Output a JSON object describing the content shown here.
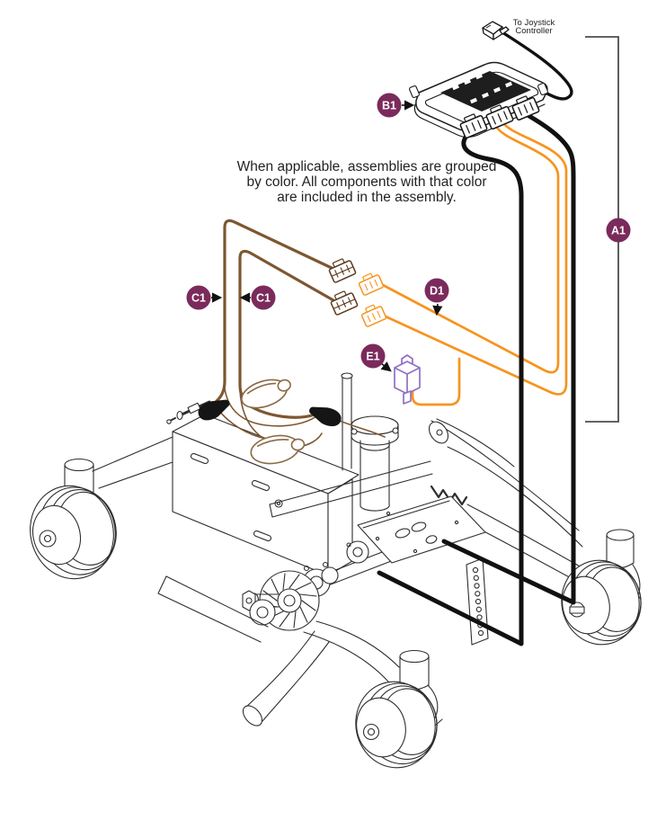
{
  "note": {
    "line1": "When applicable, assemblies are grouped",
    "line2": "by color. All components with that color",
    "line3": "are included in the assembly."
  },
  "joystick_label": {
    "line1": "To Joystick",
    "line2": "Controller"
  },
  "callouts": {
    "a1": {
      "label": "A1"
    },
    "b1": {
      "label": "B1"
    },
    "c1": {
      "label": "C1"
    },
    "d1": {
      "label": "D1"
    },
    "e1": {
      "label": "E1"
    }
  },
  "colors": {
    "badge": "#7B2A5C",
    "orange": "#F7941E",
    "brown": "#7D5731",
    "brown_dark": "#5C3A1E",
    "lavender": "#8F6FC5",
    "cable": "#111111",
    "line": "#2E2E2E",
    "bracket": "#4D4D4D"
  }
}
